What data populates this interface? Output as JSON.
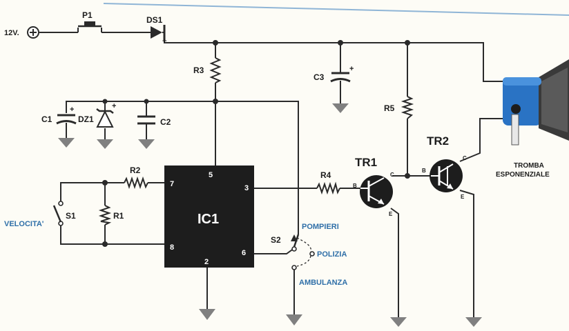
{
  "supply": {
    "voltage_label": "12V."
  },
  "components": {
    "p1": "P1",
    "ds1": "DS1",
    "r1": "R1",
    "r2": "R2",
    "r3": "R3",
    "r4": "R4",
    "r5": "R5",
    "c1": "C1",
    "c2": "C2",
    "c3": "C3",
    "dz1": "DZ1",
    "s1": "S1",
    "s2": "S2",
    "ic1": "IC1",
    "tr1": "TR1",
    "tr2": "TR2"
  },
  "ic_pins": {
    "p2": "2",
    "p3": "3",
    "p5": "5",
    "p6": "6",
    "p7": "7",
    "p8": "8"
  },
  "transistor_pins": {
    "b": "B",
    "c": "C",
    "e": "E",
    "tr2_b": "B"
  },
  "polarity": {
    "plus": "+"
  },
  "switch_labels": {
    "velocita": "VELOCITA'",
    "pompieri": "POMPIERI",
    "polizia": "POLIZIA",
    "ambulanza": "AMBULANZA"
  },
  "horn": {
    "line1": "TROMBA",
    "line2": "ESPONENZIALE"
  },
  "colors": {
    "accent_blue": "#2f6fa8",
    "horn_blue": "#2a73c4",
    "ic_body": "#1d1d1d"
  }
}
